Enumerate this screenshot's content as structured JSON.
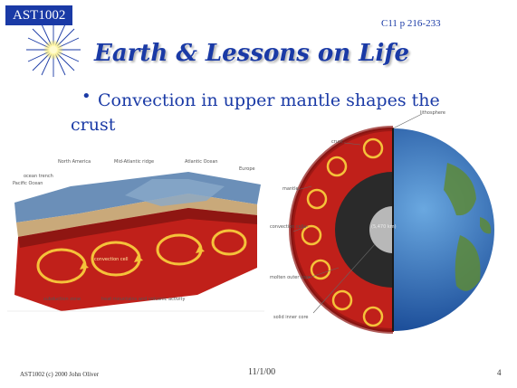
{
  "header": {
    "course": "AST1002",
    "chapter": "C11  p 216-233",
    "title": "Earth & Lessons on Life"
  },
  "body": {
    "bullet_line1": "Convection in upper mantle shapes the",
    "bullet_line2": "crust"
  },
  "figure_left": {
    "labels": [
      "North America",
      "Mid-Atlantic ridge",
      "Atlantic Ocean",
      "Europe",
      "ocean trench",
      "Pacific Ocean",
      "convection cell",
      "subduction zone",
      "heat mountains and volcanic activity"
    ]
  },
  "figure_right": {
    "labels": [
      "lithosphere",
      "crust",
      "mantle",
      "convection cells",
      "molten outer core",
      "solid inner core",
      "(5,470 km)"
    ]
  },
  "footer": {
    "left": "AST1002  (c) 2000 John Oliver",
    "date": "11/1/00",
    "page": "4"
  },
  "colors": {
    "accent": "#1a3aa6",
    "mantle": "#c0201a",
    "convection": "#f5c23a"
  }
}
